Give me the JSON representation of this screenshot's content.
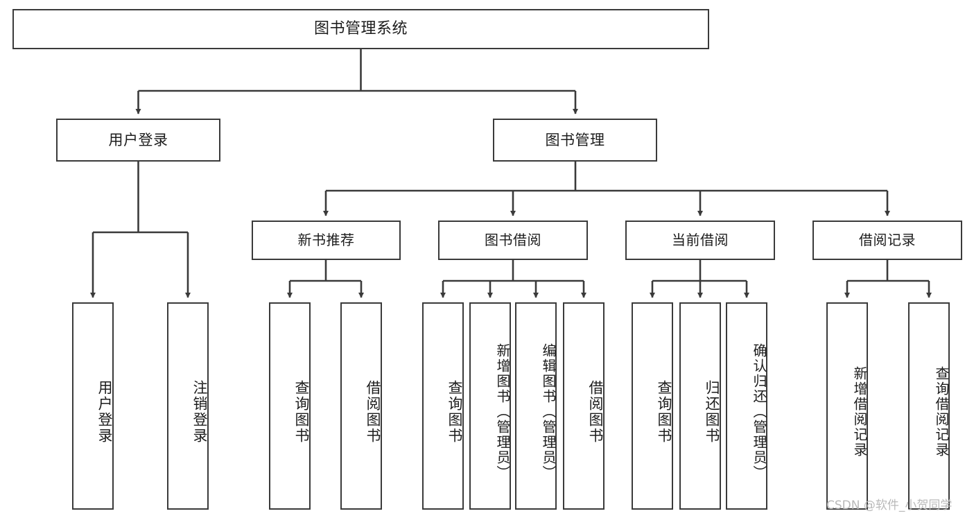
{
  "diagram": {
    "title": "图书管理系统",
    "type": "tree",
    "orientation": "top-down",
    "stroke_color": "#3a3a3a",
    "fill_color": "#ffffff",
    "text_color": "#1c1c1c",
    "watermark": "CSDN @软件_小贺同学",
    "root": {
      "label": "图书管理系统"
    },
    "level2": [
      {
        "label": "用户登录"
      },
      {
        "label": "图书管理"
      }
    ],
    "level3": [
      {
        "label": "新书推荐"
      },
      {
        "label": "图书借阅"
      },
      {
        "label": "当前借阅"
      },
      {
        "label": "借阅记录"
      }
    ],
    "leaves": {
      "user_login": [
        {
          "label": "用户登录"
        },
        {
          "label": "注销登录"
        }
      ],
      "new_book": [
        {
          "label": "查询图书"
        },
        {
          "label": "借阅图书"
        }
      ],
      "borrow_book": [
        {
          "label": "查询图书"
        },
        {
          "label": "新增图书（管理员）"
        },
        {
          "label": "编辑图书（管理员）"
        },
        {
          "label": "借阅图书"
        }
      ],
      "current_borrow": [
        {
          "label": "查询图书"
        },
        {
          "label": "归还图书"
        },
        {
          "label": "确认归还（管理员）"
        }
      ],
      "borrow_record": [
        {
          "label": "新增借阅记录"
        },
        {
          "label": "查询借阅记录"
        }
      ]
    }
  }
}
